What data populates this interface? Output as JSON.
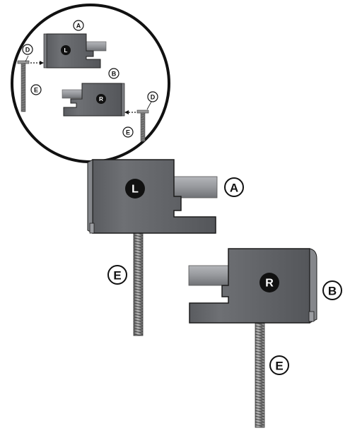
{
  "labels": {
    "A": "A",
    "B": "B",
    "D": "D",
    "E": "E"
  },
  "badges": {
    "left": "L",
    "right": "R"
  },
  "colors": {
    "body_dark": "#4a4c50",
    "body_mid": "#6a6c70",
    "body_light": "#8d8f93",
    "tab": "#9c9ea2",
    "screw": "#8a8a8a",
    "outline": "#111111"
  }
}
